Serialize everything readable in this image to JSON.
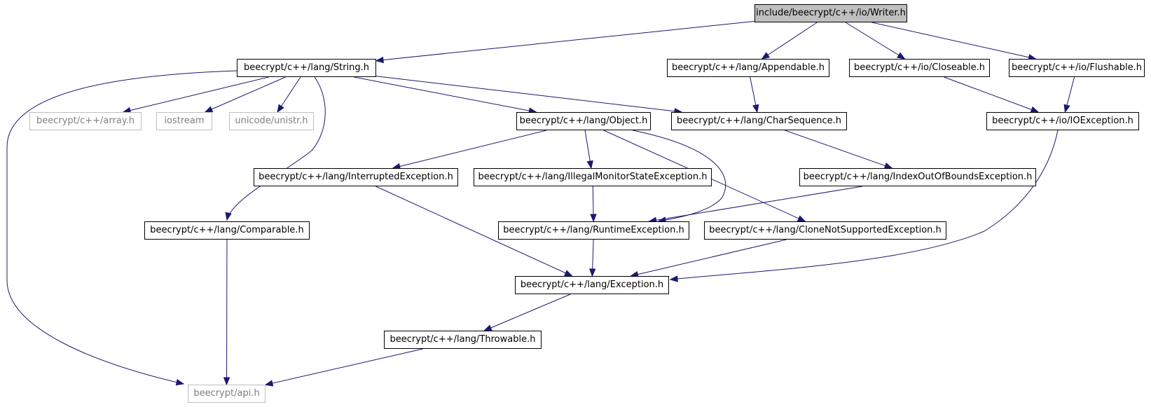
{
  "colors": {
    "edge": "#191970",
    "root_fill": "#bfbfbf",
    "external_border": "#bfbfbf",
    "external_text": "#7f7f7f"
  },
  "nodes": {
    "writer": "include/beecrypt/c++/io/Writer.h",
    "string": "beecrypt/c++/lang/String.h",
    "appendable": "beecrypt/c++/lang/Appendable.h",
    "closeable": "beecrypt/c++/io/Closeable.h",
    "flushable": "beecrypt/c++/io/Flushable.h",
    "array": "beecrypt/c++/array.h",
    "iostream": "iostream",
    "unistr": "unicode/unistr.h",
    "object": "beecrypt/c++/lang/Object.h",
    "charsequence": "beecrypt/c++/lang/CharSequence.h",
    "ioexception": "beecrypt/c++/io/IOException.h",
    "interrupted": "beecrypt/c++/lang/InterruptedException.h",
    "illegalmonitor": "beecrypt/c++/lang/IllegalMonitorStateException.h",
    "indexoutofbounds": "beecrypt/c++/lang/IndexOutOfBoundsException.h",
    "comparable": "beecrypt/c++/lang/Comparable.h",
    "runtime": "beecrypt/c++/lang/RuntimeException.h",
    "clonenotsupported": "beecrypt/c++/lang/CloneNotSupportedException.h",
    "exception": "beecrypt/c++/lang/Exception.h",
    "throwable": "beecrypt/c++/lang/Throwable.h",
    "api": "beecrypt/api.h"
  },
  "edges": [
    [
      "writer",
      "string"
    ],
    [
      "writer",
      "appendable"
    ],
    [
      "writer",
      "closeable"
    ],
    [
      "writer",
      "flushable"
    ],
    [
      "string",
      "api"
    ],
    [
      "string",
      "array"
    ],
    [
      "string",
      "iostream"
    ],
    [
      "string",
      "unistr"
    ],
    [
      "string",
      "comparable"
    ],
    [
      "string",
      "object"
    ],
    [
      "string",
      "charsequence"
    ],
    [
      "appendable",
      "charsequence"
    ],
    [
      "closeable",
      "ioexception"
    ],
    [
      "flushable",
      "ioexception"
    ],
    [
      "object",
      "interrupted"
    ],
    [
      "object",
      "illegalmonitor"
    ],
    [
      "object",
      "runtime"
    ],
    [
      "object",
      "clonenotsupported"
    ],
    [
      "charsequence",
      "indexoutofbounds"
    ],
    [
      "indexoutofbounds",
      "runtime"
    ],
    [
      "ioexception",
      "exception"
    ],
    [
      "interrupted",
      "exception"
    ],
    [
      "illegalmonitor",
      "runtime"
    ],
    [
      "comparable",
      "api"
    ],
    [
      "runtime",
      "exception"
    ],
    [
      "clonenotsupported",
      "exception"
    ],
    [
      "exception",
      "throwable"
    ],
    [
      "throwable",
      "api"
    ]
  ]
}
